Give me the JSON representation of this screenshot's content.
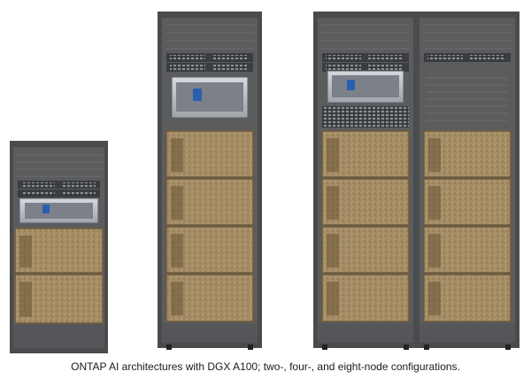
{
  "caption": "ONTAP AI architectures with DGX A100; two-, four-, and eight-node configurations.",
  "colors": {
    "rack_frame": "#4a4b4d",
    "rack_inner": "#5b5c5e",
    "gold_panel": "#a8916a",
    "gold_edge": "#6e5a3a",
    "switch": "#3a3c40",
    "storage": "#c9ccd1",
    "accent_blue": "#2a5fb0"
  },
  "racks": [
    {
      "label": "two-node",
      "switches": 2,
      "has_storage": true,
      "dgx_nodes": 2
    },
    {
      "label": "four-node",
      "switches": 2,
      "has_storage": true,
      "dgx_nodes": 4
    },
    {
      "label": "eight-node-left",
      "switches": 2,
      "has_storage": true,
      "dgx_nodes": 4
    },
    {
      "label": "eight-node-right",
      "switches": 1,
      "has_storage": false,
      "dgx_nodes": 4
    }
  ]
}
